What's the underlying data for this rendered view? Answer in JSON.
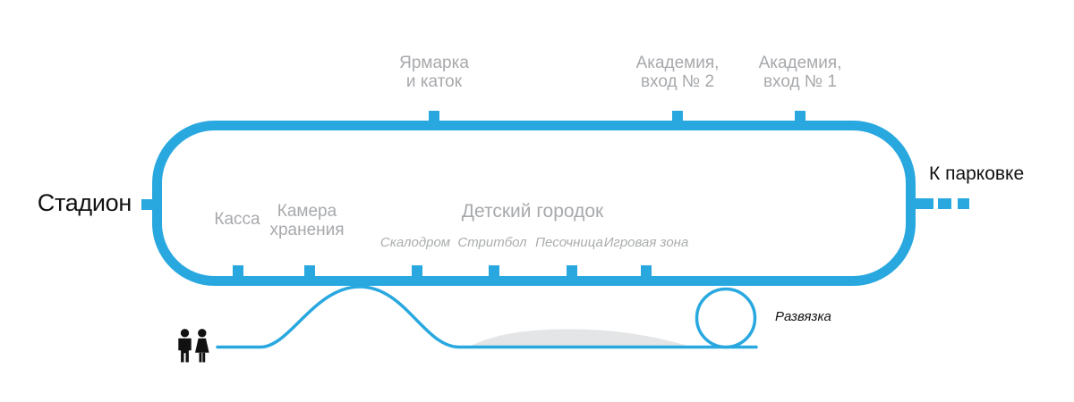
{
  "diagram": {
    "stadium_label": "Стадион",
    "parking_label": "К парковке",
    "junction_label": "Развязка",
    "top_stops": [
      {
        "line1": "Ярмарка",
        "line2": "и каток"
      },
      {
        "line1": "Академия,",
        "line2": "вход № 2"
      },
      {
        "line1": "Академия,",
        "line2": "вход № 1"
      }
    ],
    "inner_stops": {
      "ticket_office": "Касса",
      "luggage_line1": "Камера",
      "luggage_line2": "хранения",
      "kids_area_title": "Детский городок",
      "kids_area_items": [
        "Скалодром",
        "Стритбол",
        "Песочница",
        "Игровая зона"
      ]
    },
    "icons": {
      "pedestrians": "man-and-woman-pedestrians-icon"
    }
  },
  "colors": {
    "accent_blue": "#29A8E0",
    "label_gray": "#A7A9AC",
    "hill_gray": "#E4E5E6",
    "text_black": "#111111"
  }
}
